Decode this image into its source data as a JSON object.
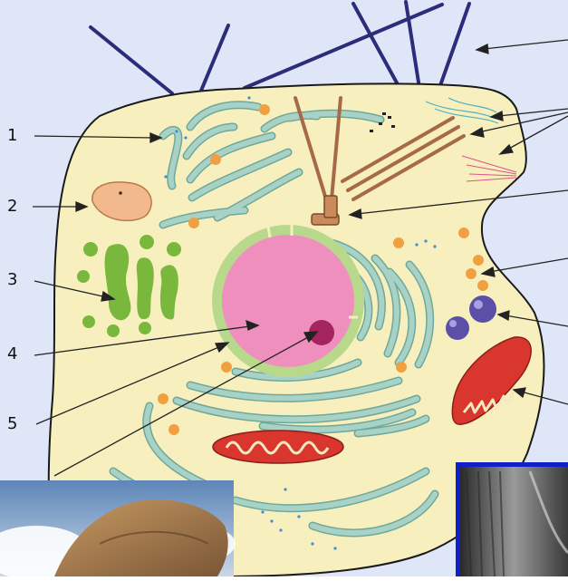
{
  "diagram": {
    "labels": [
      "1",
      "2",
      "3",
      "4",
      "5"
    ],
    "colors": {
      "background_tint": "#dfe6f7",
      "cytoplasm": "#f7f0be",
      "outline": "#1a1a1a",
      "er": "#a8d2c6",
      "er_edge": "#6fa89b",
      "nucleus": "#ef8fbd",
      "nucleus_envelope": "#b8d98c",
      "nucleolus": "#a3245f",
      "vacuole": "#f2b98c",
      "chloroplast": "#7ab83d",
      "mitochondrion": "#d9372e",
      "lysosome": "#5b4fa8",
      "granule": "#f0a040",
      "flagella": "#2c2c7a",
      "centrosome": "#a76a48",
      "pointer": "#222222",
      "inset_frame": "#1020c8"
    }
  }
}
